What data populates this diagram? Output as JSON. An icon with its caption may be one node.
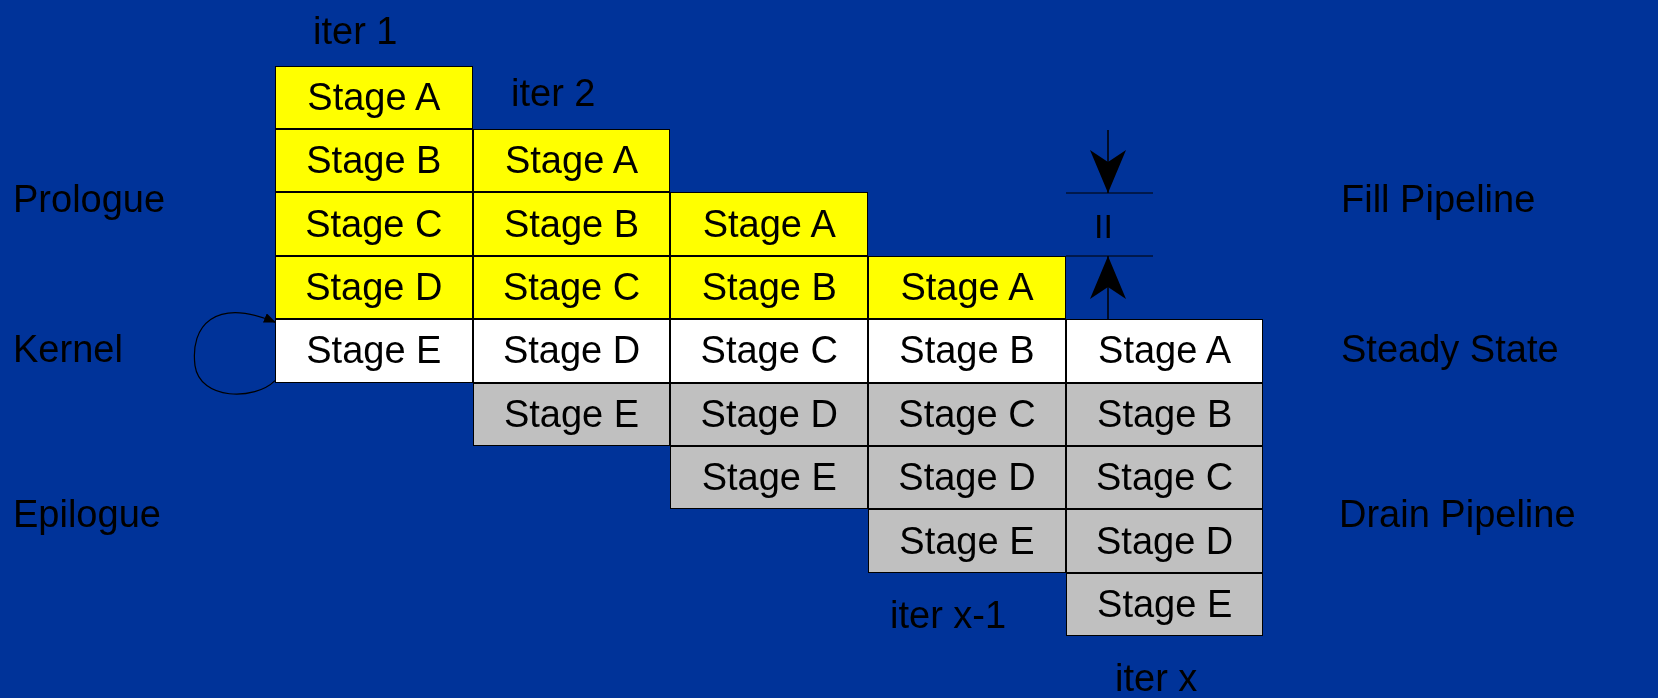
{
  "diagram": {
    "nodes": [
      {
        "text": [
          "Stage A"
        ]
      },
      {
        "text": [
          "Stage B"
        ]
      },
      {
        "text": [
          "Stage A"
        ]
      },
      {
        "text": [
          "Stage C"
        ]
      },
      {
        "text": [
          "Stage B"
        ]
      },
      {
        "text": [
          "Stage A"
        ]
      },
      {
        "text": [
          "Stage D"
        ]
      },
      {
        "text": [
          "Stage C"
        ]
      },
      {
        "text": [
          "Stage B"
        ]
      },
      {
        "text": [
          "Stage A"
        ]
      },
      {
        "text": [
          "Stage E"
        ]
      },
      {
        "text": [
          "Stage D"
        ]
      },
      {
        "text": [
          "Stage C"
        ]
      },
      {
        "text": [
          "Stage B"
        ]
      },
      {
        "text": [
          "Stage A"
        ]
      },
      {
        "text": [
          "Stage E"
        ]
      },
      {
        "text": [
          "Stage D"
        ]
      },
      {
        "text": [
          "Stage C"
        ]
      },
      {
        "text": [
          "Stage B"
        ]
      },
      {
        "text": [
          "Stage E"
        ]
      },
      {
        "text": [
          "Stage D"
        ]
      },
      {
        "text": [
          "Stage C"
        ]
      },
      {
        "text": [
          "Stage E"
        ]
      },
      {
        "text": [
          "Stage D"
        ]
      },
      {
        "text": [
          "Stage E"
        ]
      }
    ],
    "edges": [
      {
        "from": 10,
        "to": 10,
        "arrow": "to"
      }
    ],
    "labels": [
      "iter 1",
      "iter 2",
      "Prologue",
      "Fill Pipeline",
      "II",
      "Kernel",
      "Steady State",
      "Epilogue",
      "Drain Pipeline",
      "iter x-1",
      "iter x"
    ]
  }
}
